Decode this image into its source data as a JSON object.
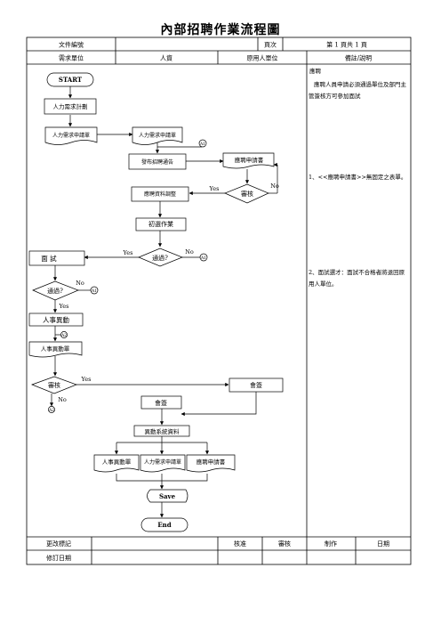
{
  "title": "內部招聘作業流程圖",
  "header": {
    "doc_no_label": "文件編號",
    "doc_no_value": "",
    "page_label": "頁次",
    "page_value": "第 1 頁共 1 頁"
  },
  "columns": [
    "需求單位",
    "人資",
    "原用人單位",
    "備註/說明"
  ],
  "notes": [
    "應聘",
    "應聘人員申請必須通過單位及部門主管簽核方可參加面試",
    "1、<<應聘申請書>>無固定之表單。",
    "2、面試選才：面試不合格者將退回原用人單位。"
  ],
  "flow": {
    "start": "START",
    "plan": "人力需求計劃",
    "req_form_1": "人力需求申請單",
    "req_form_2": "人力需求申請單",
    "publish": "發布招聘通告",
    "application": "應聘申請書",
    "review_1": "審核",
    "adjust": "應聘資料調整",
    "screening": "初選作業",
    "passed_1": "通過?",
    "interview": "面 試",
    "passed_2": "通過?",
    "transfer": "人事異動",
    "transfer_form": "人事異動單",
    "review_2": "審核",
    "countersign_1": "會簽",
    "countersign_2": "會簽",
    "update": "異動系統資料",
    "out_transfer": "人事異動單",
    "out_req": "人力需求申請單",
    "out_app": "應聘申請書",
    "save": "Save",
    "end": "End",
    "yes": "Yes",
    "no": "No",
    "connector": "A1",
    "connector_2": "A2"
  },
  "footer": {
    "change_label": "更改標記",
    "revise_label": "修訂日期",
    "approve": "核准",
    "check": "審核",
    "make": "制作",
    "date": "日期"
  }
}
